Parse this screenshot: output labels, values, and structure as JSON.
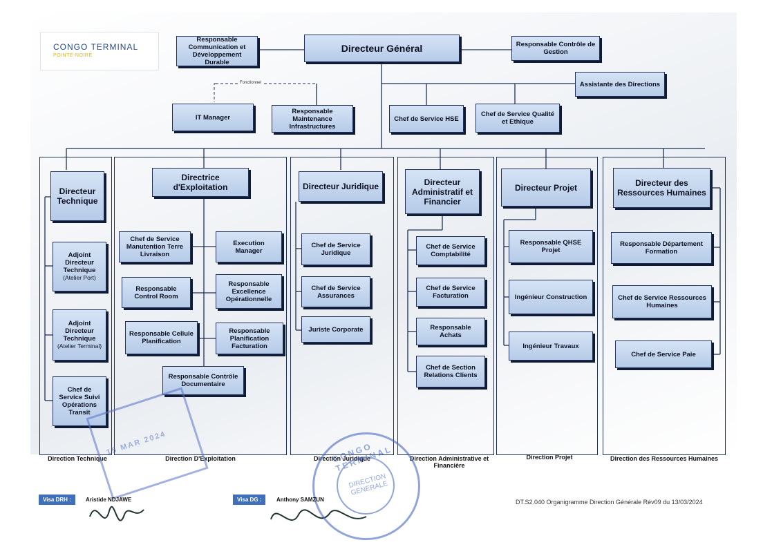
{
  "logo": {
    "line1": "CONGO TERMINAL",
    "line2": "POINTE-NOIRE"
  },
  "top": {
    "dg": "Directeur Général",
    "comm": "Responsable Communication et Développement Durable",
    "ctrl": "Responsable Contrôle de Gestion",
    "assist": "Assistante des Directions",
    "fonctionnel": "Fonctionnel"
  },
  "support": {
    "it": "IT Manager",
    "maint": "Responsable Maintenance Infrastructures",
    "hse": "Chef de Service HSE",
    "qual": "Chef de Service Qualité et Ethique"
  },
  "tech": {
    "head": "Directeur Technique",
    "adj1": "Adjoint Directeur Technique",
    "adj1_sub": "(Atelier Port)",
    "adj2": "Adjoint Directeur Technique",
    "adj2_sub": "(Atelier Terminal)",
    "suivi": "Chef de Service Suivi Opérations Transit",
    "label": "Direction Technique"
  },
  "expl": {
    "head": "Directrice d'Exploitation",
    "manut": "Chef de Service Manutention Terre Livraison",
    "exec": "Execution Manager",
    "control": "Responsable Control Room",
    "excel": "Responsable Excellence Opérationnelle",
    "cellule": "Responsable Cellule Planification",
    "planif": "Responsable Planification Facturation",
    "docu": "Responsable Contrôle Documentaire",
    "label": "Direction D'Exploitation"
  },
  "jur": {
    "head": "Directeur Juridique",
    "csj": "Chef de Service Juridique",
    "assur": "Chef de Service Assurances",
    "corp": "Juriste Corporate",
    "label": "Direction Juridique"
  },
  "adm": {
    "head": "Directeur Administratif et Financier",
    "compta": "Chef de Service Comptabilité",
    "fact": "Chef de Service Facturation",
    "achats": "Responsable Achats",
    "rel": "Chef de Section Relations Clients",
    "label": "Direction Administrative et Financière"
  },
  "proj": {
    "head": "Directeur Projet",
    "qhse": "Responsable QHSE Projet",
    "constr": "Ingénieur Construction",
    "trav": "Ingénieur Travaux",
    "label": "Direction Projet"
  },
  "rh": {
    "head": "Directeur des Ressources Humaines",
    "form": "Responsable Département Formation",
    "csrh": "Chef de Service Ressources Humaines",
    "paie": "Chef de Service Paie",
    "label": "Direction des Ressources Humaines"
  },
  "visa": {
    "drh_label": "Visa DRH :",
    "drh_name": "Aristide NDJAWE",
    "dg_label": "Visa DG :",
    "dg_name": "Anthony SAMZUN"
  },
  "footer": "DT.S2.040 Organigramme Direction Générale Rév09 du 13/03/2024",
  "colors": {
    "box": "#c6d7ef",
    "border": "#1f2f55",
    "visa": "#3f6fb8",
    "stamp": "#4a69c2"
  }
}
